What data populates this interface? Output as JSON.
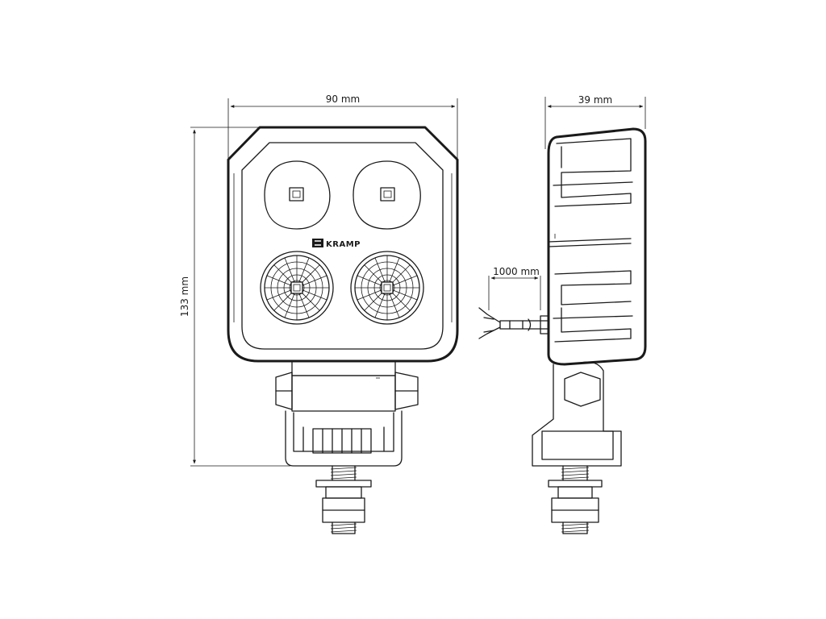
{
  "dimensions": {
    "width_front": "90 mm",
    "height_front": "133 mm",
    "depth_side": "39 mm",
    "cable_length": "1000 mm"
  },
  "brand": {
    "logo_text": "KRAMP"
  },
  "colors": {
    "line": "#1a1a1a",
    "background": "#ffffff"
  }
}
